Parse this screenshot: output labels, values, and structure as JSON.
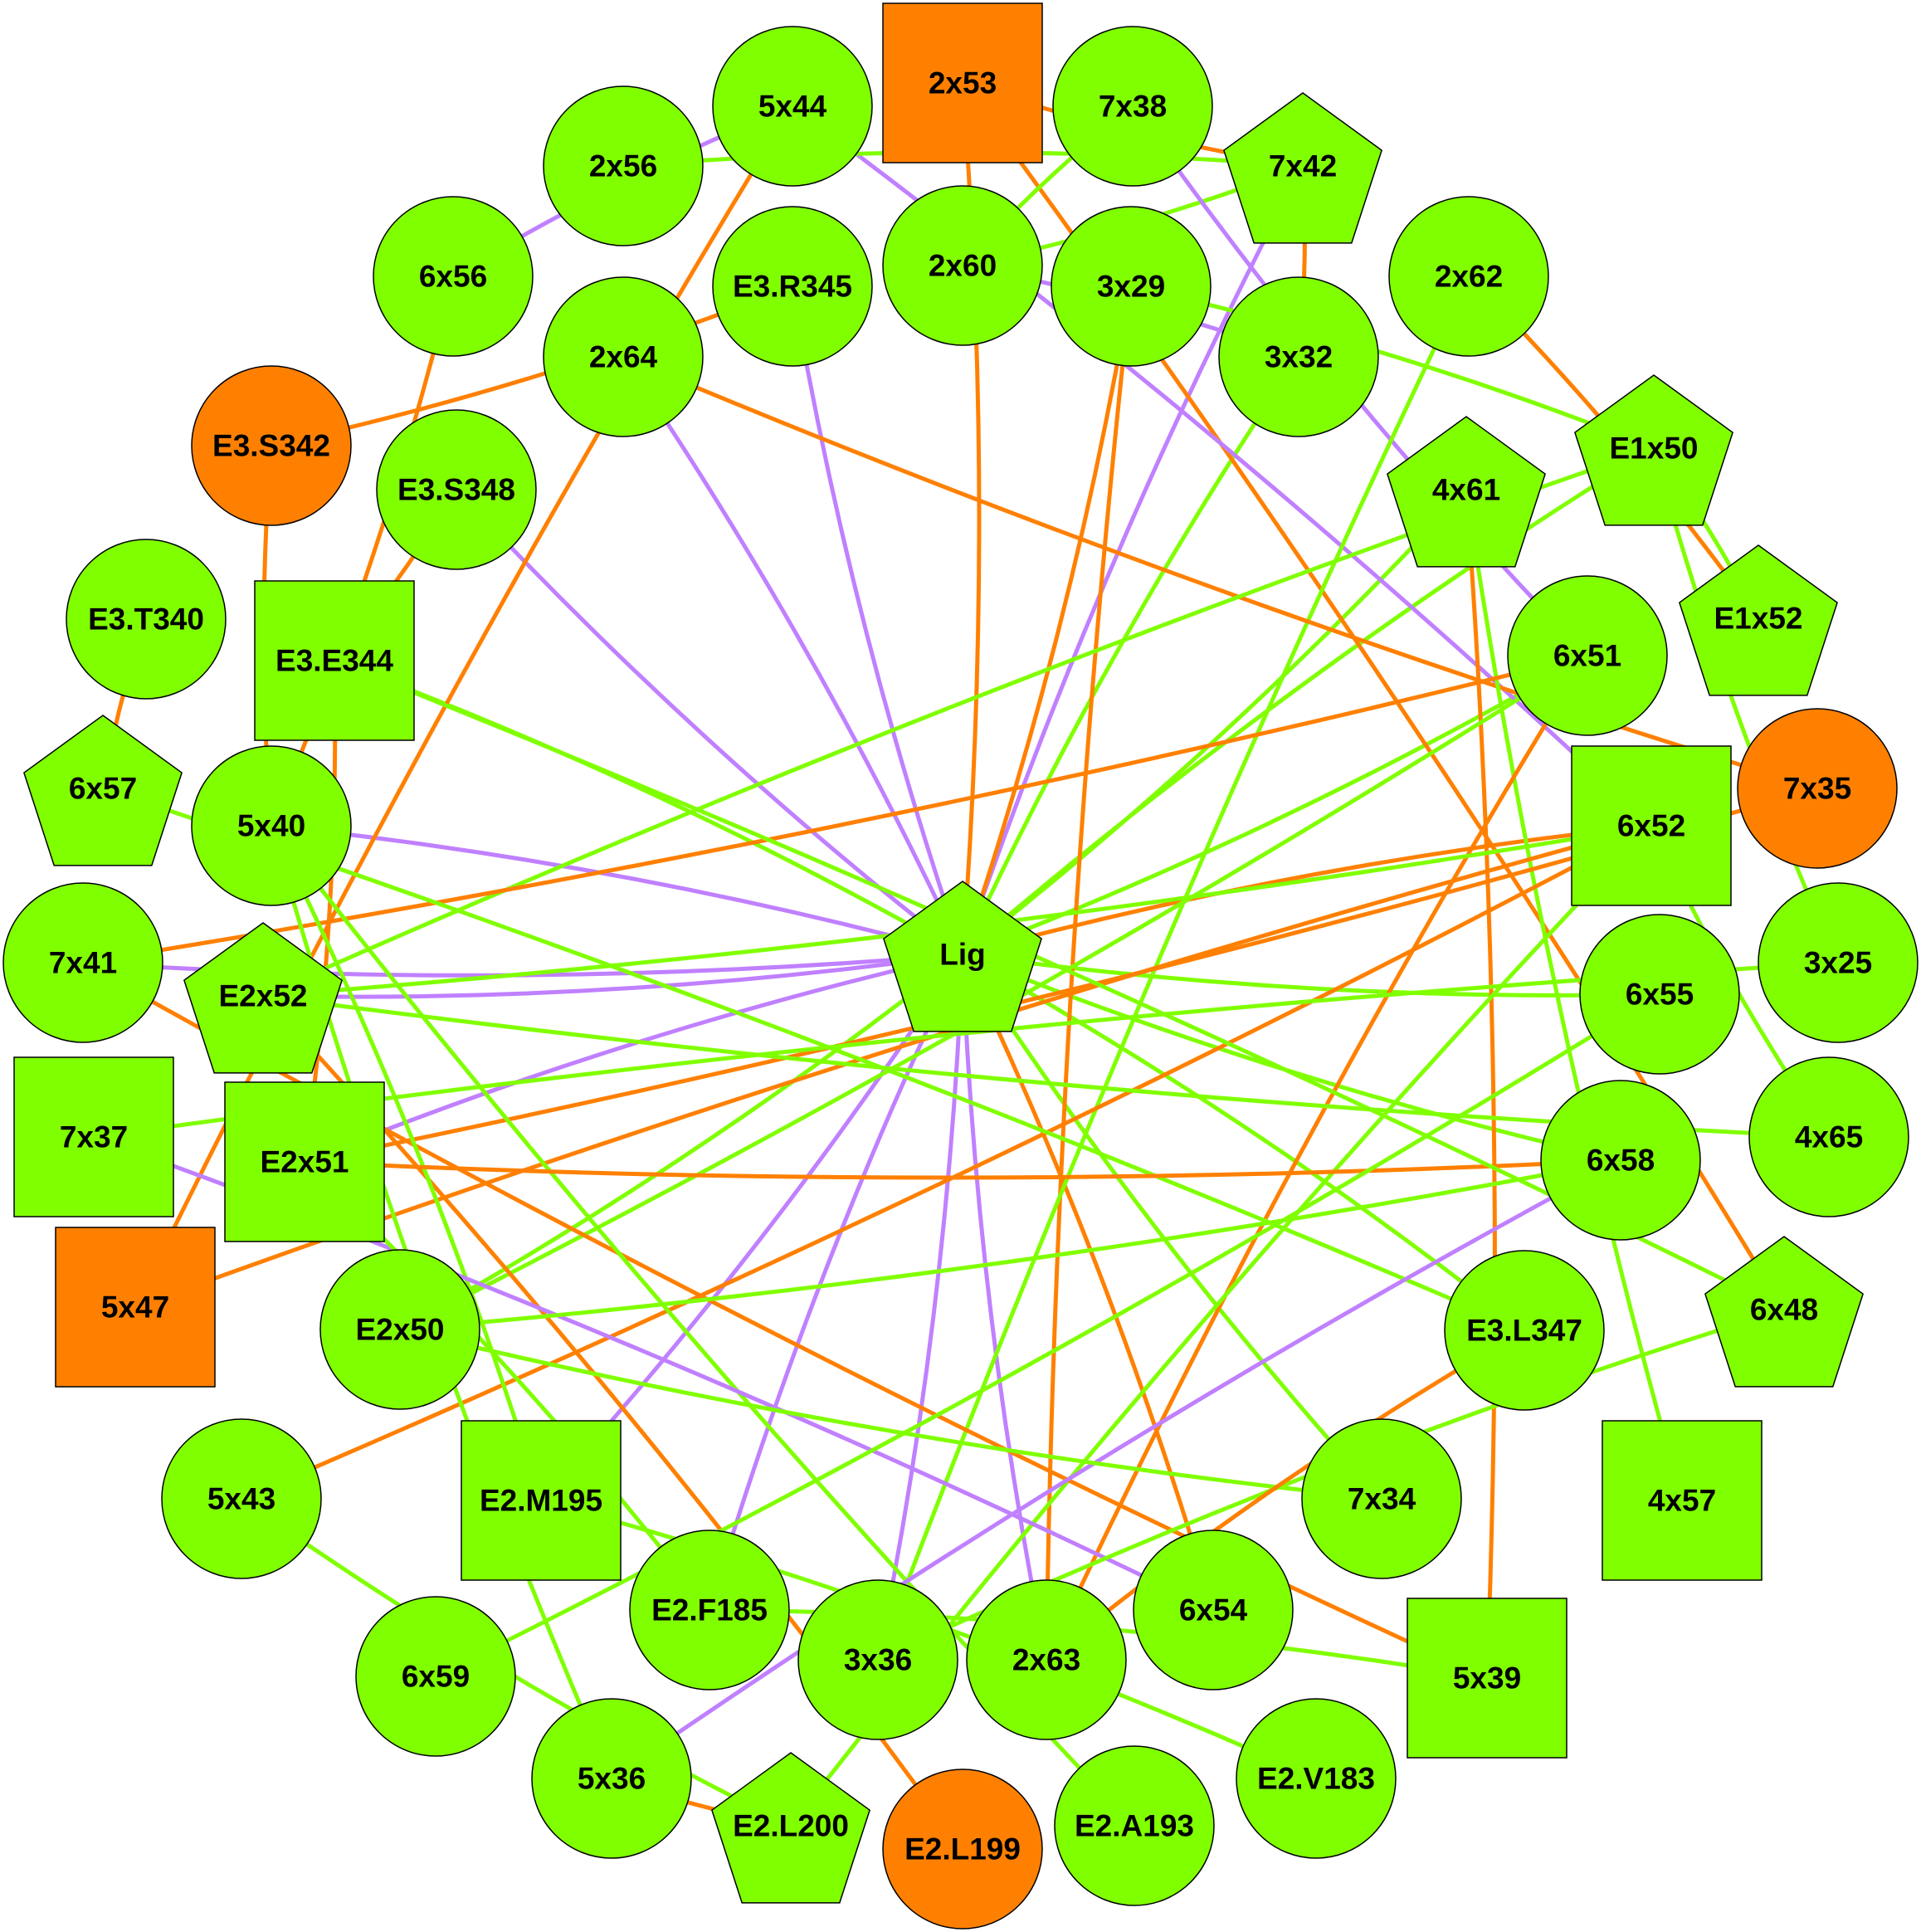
{
  "colors": {
    "node_default": "#80ff00",
    "node_highlight": "#ff8000",
    "edge_green": "#80ff00",
    "edge_orange": "#ff8000",
    "edge_purple": "#c080ff"
  },
  "nodes": [
    {
      "id": "Lig",
      "label": "Lig",
      "shape": "pentagon",
      "fill": "green"
    },
    {
      "id": "2x53",
      "label": "2x53",
      "shape": "square",
      "fill": "orange"
    },
    {
      "id": "5x44",
      "label": "5x44",
      "shape": "circle",
      "fill": "green"
    },
    {
      "id": "7x38",
      "label": "7x38",
      "shape": "circle",
      "fill": "green"
    },
    {
      "id": "7x42",
      "label": "7x42",
      "shape": "pentagon",
      "fill": "green"
    },
    {
      "id": "2x56",
      "label": "2x56",
      "shape": "circle",
      "fill": "green"
    },
    {
      "id": "2x60",
      "label": "2x60",
      "shape": "circle",
      "fill": "green"
    },
    {
      "id": "3x29",
      "label": "3x29",
      "shape": "circle",
      "fill": "green"
    },
    {
      "id": "2x62",
      "label": "2x62",
      "shape": "circle",
      "fill": "green"
    },
    {
      "id": "6x56",
      "label": "6x56",
      "shape": "circle",
      "fill": "green"
    },
    {
      "id": "E3.R345",
      "label": "E3.R345",
      "shape": "circle",
      "fill": "green"
    },
    {
      "id": "3x32",
      "label": "3x32",
      "shape": "circle",
      "fill": "green"
    },
    {
      "id": "2x64",
      "label": "2x64",
      "shape": "circle",
      "fill": "green"
    },
    {
      "id": "E1x50",
      "label": "E1x50",
      "shape": "pentagon",
      "fill": "green"
    },
    {
      "id": "E3.S342",
      "label": "E3.S342",
      "shape": "circle",
      "fill": "orange"
    },
    {
      "id": "4x61",
      "label": "4x61",
      "shape": "pentagon",
      "fill": "green"
    },
    {
      "id": "E3.S348",
      "label": "E3.S348",
      "shape": "circle",
      "fill": "green"
    },
    {
      "id": "E1x52",
      "label": "E1x52",
      "shape": "pentagon",
      "fill": "green"
    },
    {
      "id": "E3.T340",
      "label": "E3.T340",
      "shape": "circle",
      "fill": "green"
    },
    {
      "id": "E3.E344",
      "label": "E3.E344",
      "shape": "square",
      "fill": "green"
    },
    {
      "id": "6x51",
      "label": "6x51",
      "shape": "circle",
      "fill": "green"
    },
    {
      "id": "6x57",
      "label": "6x57",
      "shape": "pentagon",
      "fill": "green"
    },
    {
      "id": "5x40",
      "label": "5x40",
      "shape": "circle",
      "fill": "green"
    },
    {
      "id": "6x52",
      "label": "6x52",
      "shape": "square",
      "fill": "green"
    },
    {
      "id": "7x35",
      "label": "7x35",
      "shape": "circle",
      "fill": "orange"
    },
    {
      "id": "7x41",
      "label": "7x41",
      "shape": "circle",
      "fill": "green"
    },
    {
      "id": "E2x52",
      "label": "E2x52",
      "shape": "pentagon",
      "fill": "green"
    },
    {
      "id": "6x55",
      "label": "6x55",
      "shape": "circle",
      "fill": "green"
    },
    {
      "id": "3x25",
      "label": "3x25",
      "shape": "circle",
      "fill": "green"
    },
    {
      "id": "7x37",
      "label": "7x37",
      "shape": "square",
      "fill": "green"
    },
    {
      "id": "E2x51",
      "label": "E2x51",
      "shape": "square",
      "fill": "green"
    },
    {
      "id": "6x58",
      "label": "6x58",
      "shape": "circle",
      "fill": "green"
    },
    {
      "id": "4x65",
      "label": "4x65",
      "shape": "circle",
      "fill": "green"
    },
    {
      "id": "5x47",
      "label": "5x47",
      "shape": "square",
      "fill": "orange"
    },
    {
      "id": "E2x50",
      "label": "E2x50",
      "shape": "circle",
      "fill": "green"
    },
    {
      "id": "E3.L347",
      "label": "E3.L347",
      "shape": "circle",
      "fill": "green"
    },
    {
      "id": "6x48",
      "label": "6x48",
      "shape": "pentagon",
      "fill": "green"
    },
    {
      "id": "5x43",
      "label": "5x43",
      "shape": "circle",
      "fill": "green"
    },
    {
      "id": "E2.M195",
      "label": "E2.M195",
      "shape": "square",
      "fill": "green"
    },
    {
      "id": "7x34",
      "label": "7x34",
      "shape": "circle",
      "fill": "green"
    },
    {
      "id": "4x57",
      "label": "4x57",
      "shape": "square",
      "fill": "green"
    },
    {
      "id": "E2.F185",
      "label": "E2.F185",
      "shape": "circle",
      "fill": "green"
    },
    {
      "id": "6x54",
      "label": "6x54",
      "shape": "circle",
      "fill": "green"
    },
    {
      "id": "3x36",
      "label": "3x36",
      "shape": "circle",
      "fill": "green"
    },
    {
      "id": "2x63",
      "label": "2x63",
      "shape": "circle",
      "fill": "green"
    },
    {
      "id": "6x59",
      "label": "6x59",
      "shape": "circle",
      "fill": "green"
    },
    {
      "id": "5x39",
      "label": "5x39",
      "shape": "square",
      "fill": "green"
    },
    {
      "id": "5x36",
      "label": "5x36",
      "shape": "circle",
      "fill": "green"
    },
    {
      "id": "E2.V183",
      "label": "E2.V183",
      "shape": "circle",
      "fill": "green"
    },
    {
      "id": "E2.L200",
      "label": "E2.L200",
      "shape": "pentagon",
      "fill": "green"
    },
    {
      "id": "E2.L199",
      "label": "E2.L199",
      "shape": "circle",
      "fill": "orange"
    },
    {
      "id": "E2.A193",
      "label": "E2.A193",
      "shape": "circle",
      "fill": "green"
    }
  ],
  "edges": [
    {
      "source": "Lig",
      "target": "2x53",
      "color": "orange"
    },
    {
      "source": "Lig",
      "target": "E3.R345",
      "color": "purple"
    },
    {
      "source": "Lig",
      "target": "2x64",
      "color": "purple"
    },
    {
      "source": "Lig",
      "target": "E3.S348",
      "color": "purple"
    },
    {
      "source": "Lig",
      "target": "5x40",
      "color": "purple"
    },
    {
      "source": "Lig",
      "target": "E2x52",
      "color": "purple"
    },
    {
      "source": "Lig",
      "target": "E3.E344",
      "color": "green"
    },
    {
      "source": "Lig",
      "target": "7x42",
      "color": "purple"
    },
    {
      "source": "Lig",
      "target": "3x29",
      "color": "orange"
    },
    {
      "source": "Lig",
      "target": "3x32",
      "color": "green"
    },
    {
      "source": "Lig",
      "target": "4x61",
      "color": "green"
    },
    {
      "source": "Lig",
      "target": "E1x50",
      "color": "green"
    },
    {
      "source": "Lig",
      "target": "6x51",
      "color": "green"
    },
    {
      "source": "Lig",
      "target": "6x52",
      "color": "orange"
    },
    {
      "source": "Lig",
      "target": "6x55",
      "color": "green"
    },
    {
      "source": "Lig",
      "target": "E3.L347",
      "color": "green"
    },
    {
      "source": "Lig",
      "target": "7x34",
      "color": "green"
    },
    {
      "source": "Lig",
      "target": "6x54",
      "color": "orange"
    },
    {
      "source": "Lig",
      "target": "2x63",
      "color": "purple"
    },
    {
      "source": "Lig",
      "target": "3x36",
      "color": "purple"
    },
    {
      "source": "Lig",
      "target": "E2.F185",
      "color": "purple"
    },
    {
      "source": "Lig",
      "target": "E2.M195",
      "color": "purple"
    },
    {
      "source": "Lig",
      "target": "E2x51",
      "color": "purple"
    },
    {
      "source": "Lig",
      "target": "7x41",
      "color": "purple"
    },
    {
      "source": "Lig",
      "target": "6x58",
      "color": "green"
    },
    {
      "source": "Lig",
      "target": "E2x50",
      "color": "green"
    },
    {
      "source": "2x53",
      "target": "7x42",
      "color": "orange"
    },
    {
      "source": "2x53",
      "target": "6x48",
      "color": "orange"
    },
    {
      "source": "5x44",
      "target": "6x56",
      "color": "purple"
    },
    {
      "source": "5x44",
      "target": "6x52",
      "color": "purple"
    },
    {
      "source": "5x44",
      "target": "5x47",
      "color": "orange"
    },
    {
      "source": "2x56",
      "target": "7x42",
      "color": "green"
    },
    {
      "source": "2x60",
      "target": "7x42",
      "color": "green"
    },
    {
      "source": "2x60",
      "target": "3x32",
      "color": "purple"
    },
    {
      "source": "7x38",
      "target": "6x51",
      "color": "purple"
    },
    {
      "source": "7x42",
      "target": "3x32",
      "color": "orange"
    },
    {
      "source": "7x38",
      "target": "2x60",
      "color": "green"
    },
    {
      "source": "3x29",
      "target": "E1x50",
      "color": "green"
    },
    {
      "source": "3x29",
      "target": "2x63",
      "color": "orange"
    },
    {
      "source": "2x62",
      "target": "E1x52",
      "color": "orange"
    },
    {
      "source": "2x62",
      "target": "3x36",
      "color": "green"
    },
    {
      "source": "E3.R345",
      "target": "E3.S342",
      "color": "orange"
    },
    {
      "source": "2x64",
      "target": "7x35",
      "color": "orange"
    },
    {
      "source": "6x56",
      "target": "5x40",
      "color": "orange"
    },
    {
      "source": "E3.S342",
      "target": "5x40",
      "color": "orange"
    },
    {
      "source": "E3.S348",
      "target": "E3.E344",
      "color": "orange"
    },
    {
      "source": "E3.T340",
      "target": "6x57",
      "color": "orange"
    },
    {
      "source": "E3.E344",
      "target": "E2x51",
      "color": "orange"
    },
    {
      "source": "E1x50",
      "target": "E2x52",
      "color": "green"
    },
    {
      "source": "E1x50",
      "target": "E1x52",
      "color": "green"
    },
    {
      "source": "E1x50",
      "target": "3x25",
      "color": "green"
    },
    {
      "source": "4x61",
      "target": "5x39",
      "color": "orange"
    },
    {
      "source": "4x61",
      "target": "4x57",
      "color": "green"
    },
    {
      "source": "6x51",
      "target": "7x41",
      "color": "orange"
    },
    {
      "source": "6x51",
      "target": "2x63",
      "color": "orange"
    },
    {
      "source": "6x51",
      "target": "E2x50",
      "color": "green"
    },
    {
      "source": "6x52",
      "target": "5x47",
      "color": "orange"
    },
    {
      "source": "6x52",
      "target": "5x43",
      "color": "orange"
    },
    {
      "source": "6x52",
      "target": "E2.L200",
      "color": "green"
    },
    {
      "source": "6x52",
      "target": "E2x52",
      "color": "green"
    },
    {
      "source": "6x52",
      "target": "4x65",
      "color": "green"
    },
    {
      "source": "7x35",
      "target": "E2x51",
      "color": "orange"
    },
    {
      "source": "7x41",
      "target": "5x39",
      "color": "orange"
    },
    {
      "source": "E2x52",
      "target": "E2.L199",
      "color": "orange"
    },
    {
      "source": "E2x52",
      "target": "4x65",
      "color": "green"
    },
    {
      "source": "6x57",
      "target": "E3.L347",
      "color": "green"
    },
    {
      "source": "5x40",
      "target": "E2.A193",
      "color": "green"
    },
    {
      "source": "5x40",
      "target": "E2.M195",
      "color": "green"
    },
    {
      "source": "3x25",
      "target": "7x37",
      "color": "green"
    },
    {
      "source": "7x37",
      "target": "6x54",
      "color": "purple"
    },
    {
      "source": "E2x51",
      "target": "6x58",
      "color": "orange"
    },
    {
      "source": "E2x51",
      "target": "E2.F185",
      "color": "green"
    },
    {
      "source": "6x58",
      "target": "5x36",
      "color": "purple"
    },
    {
      "source": "6x58",
      "target": "E2x50",
      "color": "green"
    },
    {
      "source": "E2x50",
      "target": "7x34",
      "color": "green"
    },
    {
      "source": "E3.E344",
      "target": "6x48",
      "color": "green"
    },
    {
      "source": "6x48",
      "target": "3x36",
      "color": "green"
    },
    {
      "source": "E2.M195",
      "target": "E2.V183",
      "color": "green"
    },
    {
      "source": "5x43",
      "target": "E2.L200",
      "color": "green"
    },
    {
      "source": "E2.F185",
      "target": "5x39",
      "color": "green"
    },
    {
      "source": "6x59",
      "target": "6x55",
      "color": "green"
    },
    {
      "source": "5x36",
      "target": "5x40",
      "color": "green"
    },
    {
      "source": "5x36",
      "target": "E2.L200",
      "color": "orange"
    },
    {
      "source": "2x63",
      "target": "E3.L347",
      "color": "orange"
    }
  ]
}
